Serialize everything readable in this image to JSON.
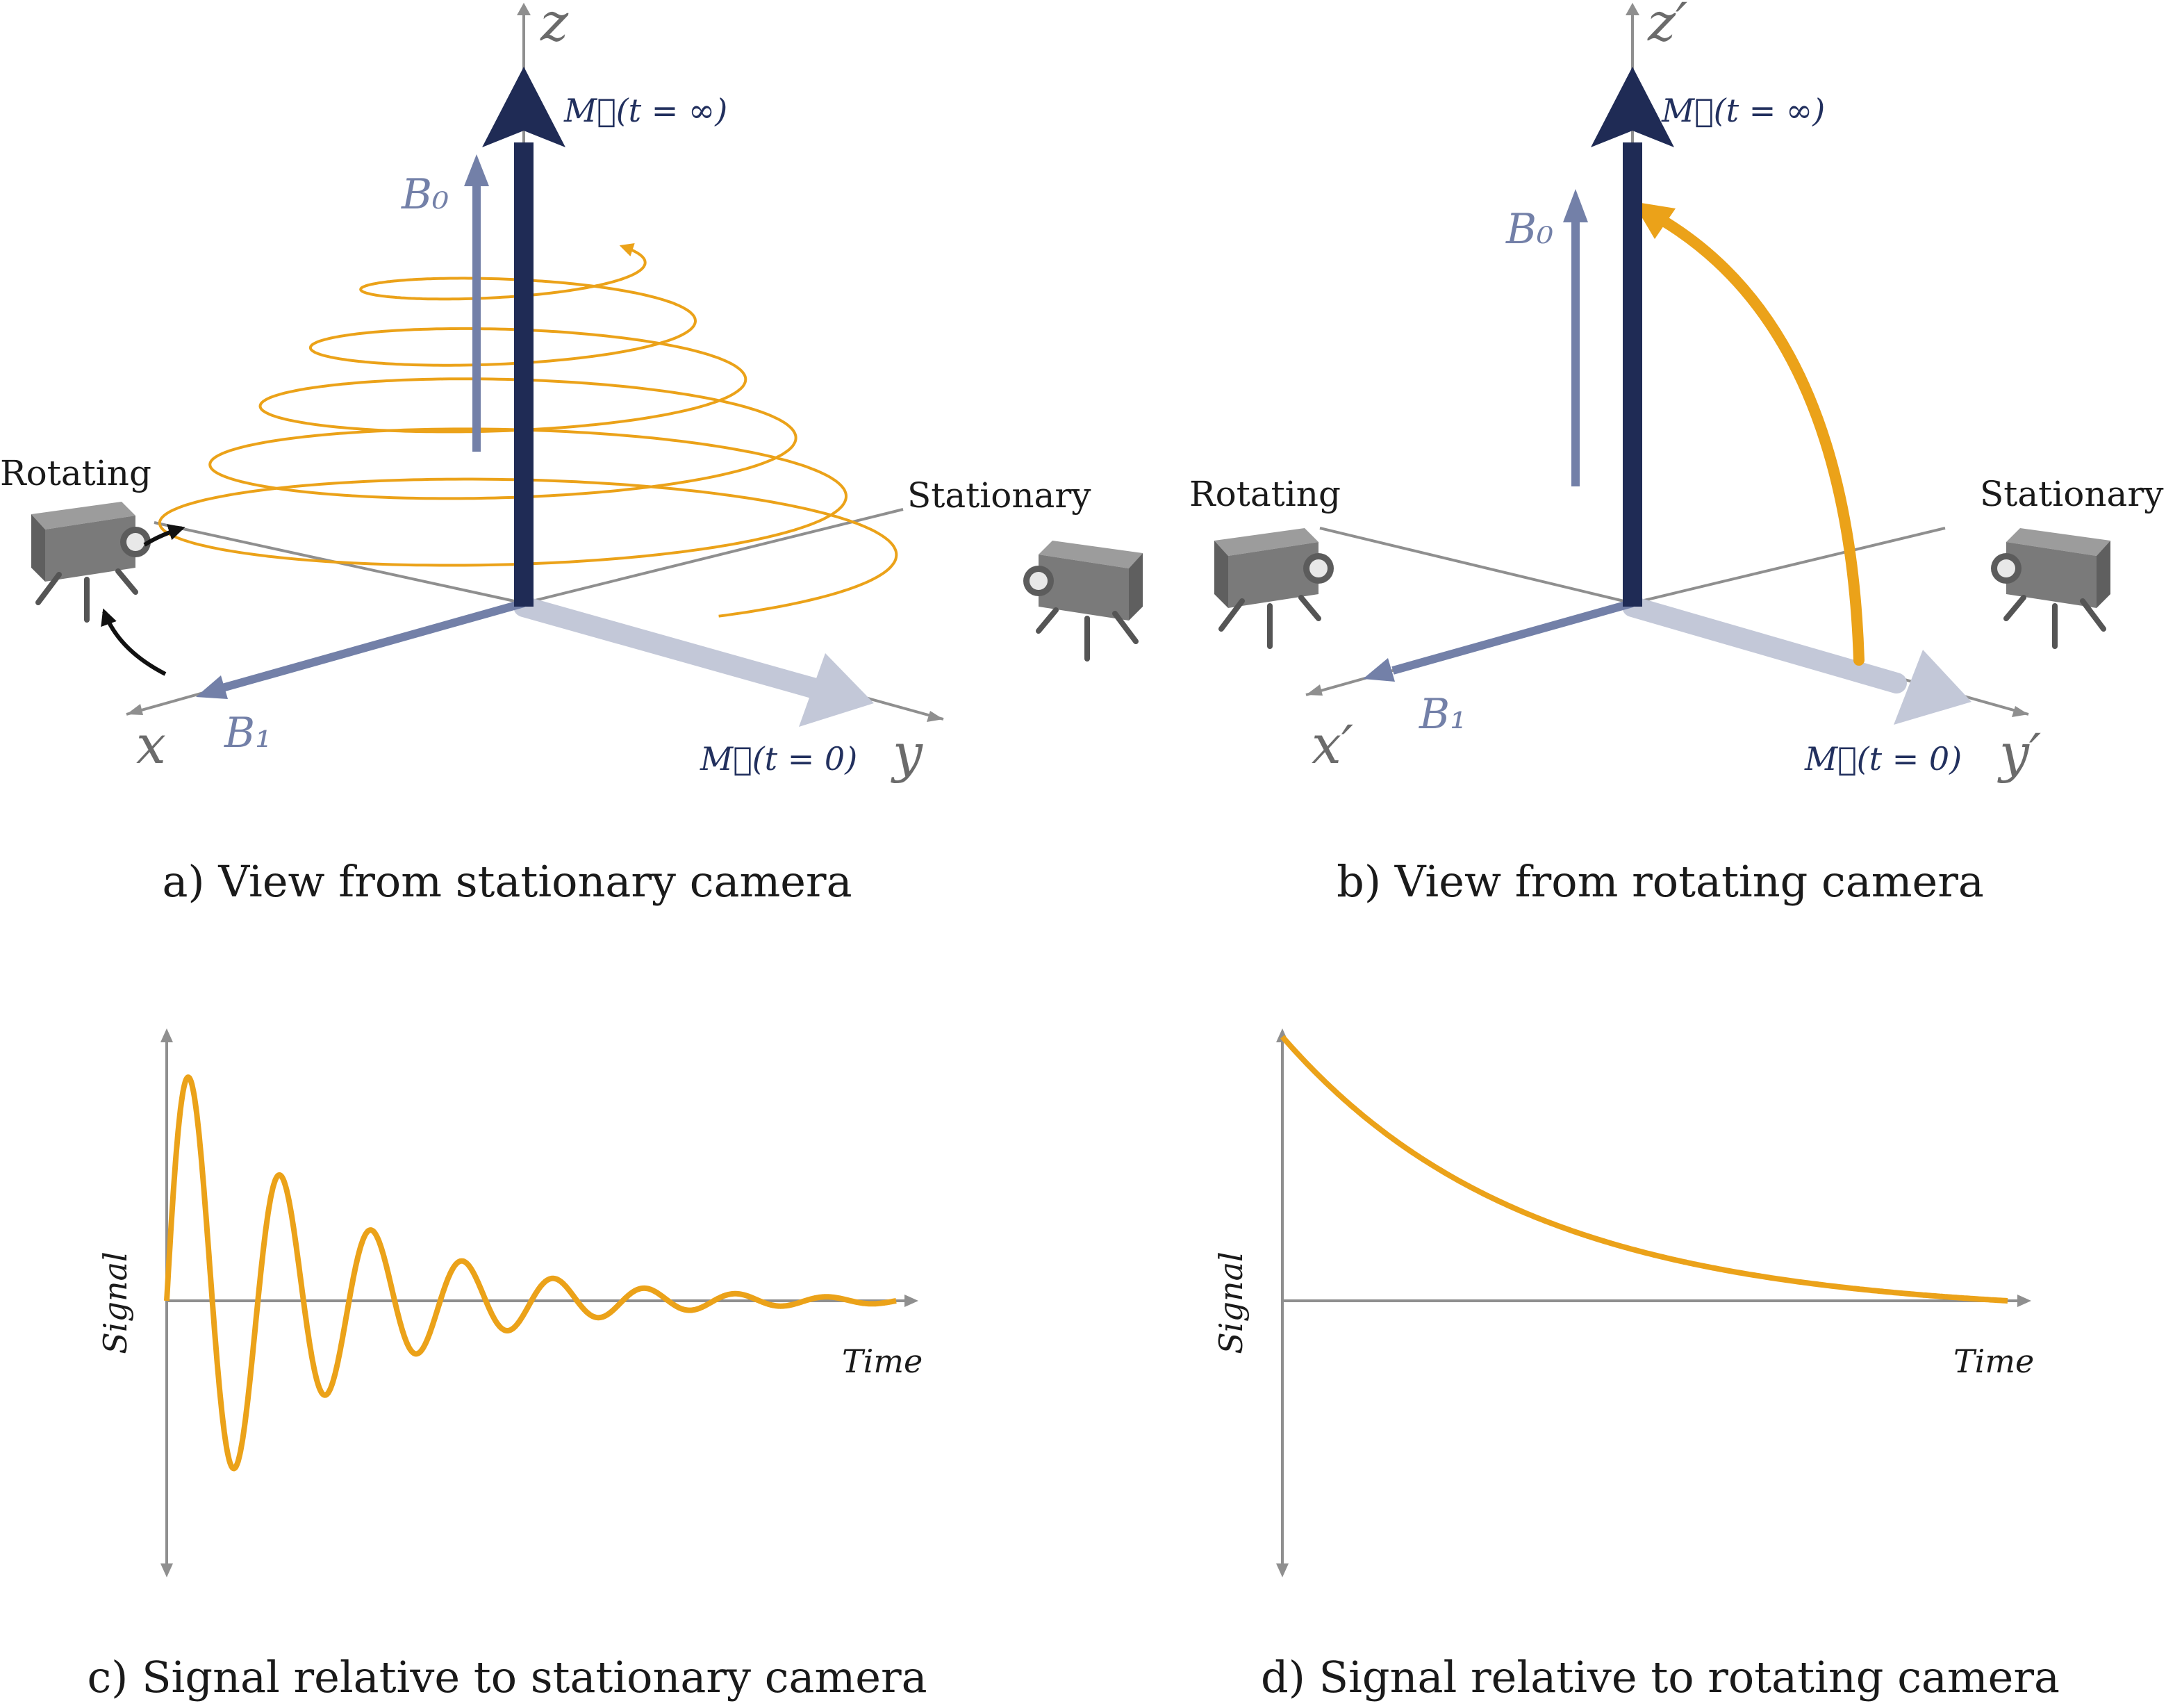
{
  "panels": {
    "a": {
      "caption": "a) View from stationary camera",
      "axis_z": "z",
      "axis_x": "x",
      "axis_y": "y",
      "b0": "B₀",
      "b1": "B₁",
      "m_inf": "M⃗(t = ∞)",
      "m_zero": "M⃗(t = 0)",
      "camera_rotating": "Rotating",
      "camera_stationary": "Stationary"
    },
    "b": {
      "caption": "b) View from rotating camera",
      "axis_z": "z′",
      "axis_x": "x′",
      "axis_y": "y′",
      "b0": "B₀",
      "b1": "B₁",
      "m_inf": "M⃗(t = ∞)",
      "m_zero": "M⃗(t = 0)",
      "camera_rotating": "Rotating",
      "camera_stationary": "Stationary"
    },
    "c": {
      "caption": "c) Signal relative to stationary camera",
      "ylabel": "Signal",
      "xlabel": "Time"
    },
    "d": {
      "caption": "d) Signal relative to rotating camera",
      "ylabel": "Signal",
      "xlabel": "Time"
    }
  },
  "colors": {
    "magnetization": "#1f2b55",
    "field_arrow": "#7380a8",
    "m0_arrow": "#c3c8d8",
    "trajectory": "#eba219",
    "axes": "#8f8f8f",
    "camera_body": "#7a7a7a"
  },
  "signals": {
    "stationary": {
      "shape": "damped-oscillation",
      "oscillation_cycles": 8,
      "decay_rate": 4.6
    },
    "rotating": {
      "shape": "exponential-decay",
      "decay_rate": 3.0
    }
  }
}
